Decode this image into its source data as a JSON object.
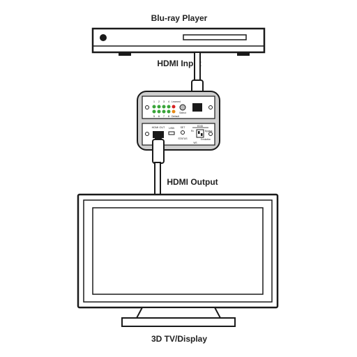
{
  "labels": {
    "source": "Blu-ray Player",
    "input": "HDMI Input",
    "output": "HDMI Output",
    "display": "3D TV/Display"
  },
  "device": {
    "top_panel": {
      "numbers_top": [
        "1",
        "2",
        "3",
        "4"
      ],
      "numbers_bottom": [
        "5",
        "6",
        "7",
        "8"
      ],
      "learned": "Learned",
      "default": "Default",
      "select": "Select"
    },
    "bottom_panel": {
      "hdmi_out": "HDMI OUT",
      "usb": "USB",
      "set": "SET",
      "status": "STATUS",
      "edid": "EDID",
      "rx": "Rx",
      "bypass": "Bypass",
      "emulation": "Emulation",
      "ws": "WS"
    }
  },
  "colors": {
    "outline": "#1a1a1a",
    "device_body": "#cfcfcf",
    "panel": "#ffffff",
    "led_green": "#3aa53a",
    "led_red": "#d62020",
    "led_orange": "#e88a17",
    "cable": "#ffffff"
  }
}
